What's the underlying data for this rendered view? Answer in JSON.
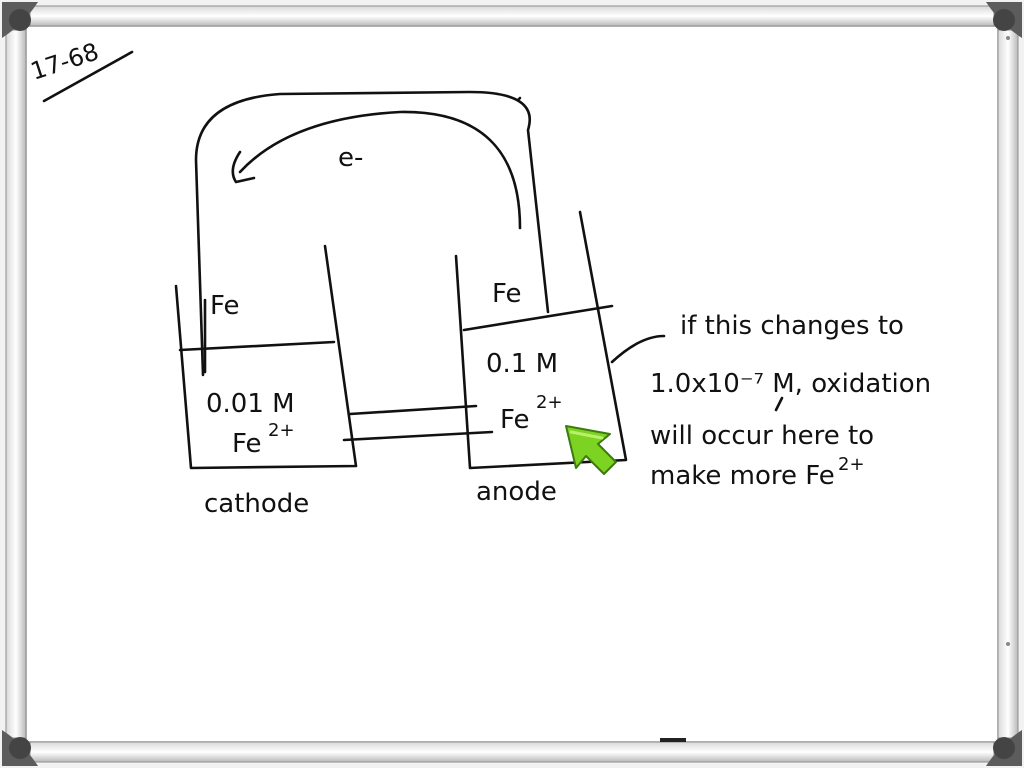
{
  "whiteboard": {
    "problem_number": "17-68"
  },
  "cathode": {
    "electrode": "Fe",
    "concentration": "0.01 M",
    "ion": "Fe",
    "ion_charge": "2+",
    "label": "cathode"
  },
  "anode": {
    "electrode": "Fe",
    "concentration": "0.1 M",
    "ion": "Fe",
    "ion_charge": "2+",
    "label": "anode"
  },
  "wire": {
    "electron_label": "e-"
  },
  "annotation": {
    "line1": "if this changes to",
    "line2": "1.0x10⁻⁷ M, oxidation",
    "line3": "will occur here to",
    "line4_text": "make more Fe",
    "line4_charge": "2+"
  },
  "colors": {
    "frame": "#9a9a9a",
    "ink": "#111111",
    "cursor_fill": "#7dd321",
    "cursor_stroke": "#3d7a10"
  }
}
